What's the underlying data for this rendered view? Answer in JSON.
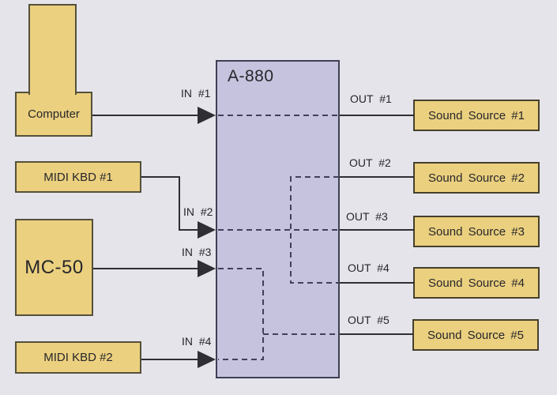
{
  "patchbay": {
    "label": "A-880"
  },
  "devices": {
    "computer": {
      "label": "Computer"
    },
    "midi_kbd_1": {
      "label": "MIDI KBD #1"
    },
    "mc_50": {
      "label": "MC-50"
    },
    "midi_kbd_2": {
      "label": "MIDI KBD #2"
    }
  },
  "inputs": [
    {
      "label": "IN #1",
      "from": "Computer"
    },
    {
      "label": "IN #2",
      "from": "MIDI KBD #1"
    },
    {
      "label": "IN #3",
      "from": "MC-50"
    },
    {
      "label": "IN #4",
      "from": "MIDI KBD #2"
    }
  ],
  "outputs": [
    {
      "label": "OUT #1",
      "to": "Sound Source #1"
    },
    {
      "label": "OUT #2",
      "to": "Sound Source #2"
    },
    {
      "label": "OUT #3",
      "to": "Sound Source #3"
    },
    {
      "label": "OUT #4",
      "to": "Sound Source #4"
    },
    {
      "label": "OUT #5",
      "to": "Sound Source #5"
    }
  ],
  "sound_sources": [
    {
      "label": "Sound Source #1"
    },
    {
      "label": "Sound Source #2"
    },
    {
      "label": "Sound Source #3"
    },
    {
      "label": "Sound Source #4"
    },
    {
      "label": "Sound Source #5"
    }
  ],
  "routing": [
    "IN #1 -> OUT #1",
    "IN #2 -> OUT #2 / OUT #3 / OUT #4",
    "IN #3 + IN #4 (merged) -> OUT #5"
  ],
  "colors": {
    "background": "#e5e4eb",
    "device_fill": "#ebd07f",
    "device_border": "#55503a",
    "source_border": "#45402c",
    "patchbay_fill": "#c6c3de",
    "patchbay_border": "#3f3f55",
    "solid_line": "#2e2e34",
    "dashed_line": "#40405f",
    "text": "#26262a"
  }
}
